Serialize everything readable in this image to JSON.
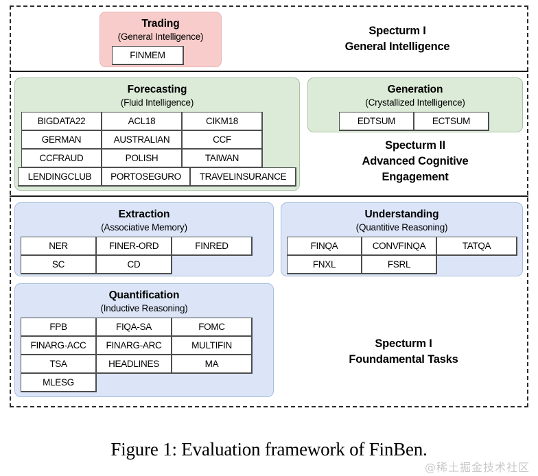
{
  "figure": {
    "caption": "Figure 1: Evaluation framework of FinBen.",
    "watermark": "@稀土掘金技术社区"
  },
  "colors": {
    "pink": "#f8cccb",
    "green": "#dcebd8",
    "blue": "#dbe5f7",
    "cell_bg": "#ffffff",
    "cell_border": "#4d4d4d",
    "frame": "#2b2b2b"
  },
  "spectrums": [
    {
      "id": "spectrum-1-general",
      "label_line1": "Specturm I",
      "label_line2": "General Intelligence"
    },
    {
      "id": "spectrum-2-advanced",
      "label_line1": "Specturm II",
      "label_line2": "Advanced Cognitive",
      "label_line3": "Engagement"
    },
    {
      "id": "spectrum-3-foundamental",
      "label_line1": "Specturm I",
      "label_line2": "Foundamental Tasks"
    }
  ],
  "groups": {
    "trading": {
      "title": "Trading",
      "subtitle": "(General Intelligence)",
      "rows": [
        [
          "FINMEM"
        ]
      ]
    },
    "forecasting": {
      "title": "Forecasting",
      "subtitle": "(Fluid Intelligence)",
      "rows": [
        [
          "BIGDATA22",
          "ACL18",
          "CIKM18"
        ],
        [
          "GERMAN",
          "AUSTRALIAN",
          "CCF"
        ],
        [
          "CCFRAUD",
          "POLISH",
          "TAIWAN"
        ],
        [
          "LENDINGCLUB",
          "PORTOSEGURO",
          "TRAVELINSURANCE"
        ]
      ]
    },
    "generation": {
      "title": "Generation",
      "subtitle": "(Crystallized Intelligence)",
      "rows": [
        [
          "EDTSUM",
          "ECTSUM"
        ]
      ]
    },
    "extraction": {
      "title": "Extraction",
      "subtitle": "(Associative Memory)",
      "rows": [
        [
          "NER",
          "FINER-ORD",
          "FINRED"
        ],
        [
          "SC",
          "CD"
        ]
      ]
    },
    "understanding": {
      "title": "Understanding",
      "subtitle": "(Quantitive Reasoning)",
      "rows": [
        [
          "FINQA",
          "CONVFINQA",
          "TATQA"
        ],
        [
          "FNXL",
          "FSRL"
        ]
      ]
    },
    "quantification": {
      "title": "Quantification",
      "subtitle": "(Inductive Reasoning)",
      "rows": [
        [
          "FPB",
          "FIQA-SA",
          "FOMC"
        ],
        [
          "FINARG-ACC",
          "FINARG-ARC",
          "MULTIFIN"
        ],
        [
          "TSA",
          "HEADLINES",
          "MA"
        ],
        [
          "MLESG"
        ]
      ]
    }
  }
}
